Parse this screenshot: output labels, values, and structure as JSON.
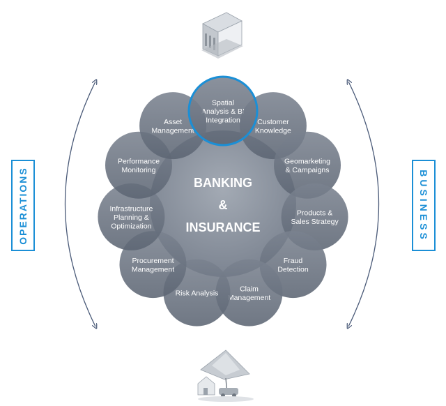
{
  "center": {
    "line1": "BANKING",
    "line2": "&",
    "line3": "INSURANCE"
  },
  "nodes": [
    {
      "lines": [
        "Spatial",
        "Analysis & BI",
        "Integration"
      ],
      "highlighted": true
    },
    {
      "lines": [
        "Customer",
        "Knowledge"
      ],
      "highlighted": false
    },
    {
      "lines": [
        "Geomarketing",
        "& Campaigns"
      ],
      "highlighted": false
    },
    {
      "lines": [
        "Products &",
        "Sales Strategy"
      ],
      "highlighted": false
    },
    {
      "lines": [
        "Fraud",
        "Detection"
      ],
      "highlighted": false
    },
    {
      "lines": [
        "Claim",
        "Management"
      ],
      "highlighted": false
    },
    {
      "lines": [
        "Risk Analysis"
      ],
      "highlighted": false
    },
    {
      "lines": [
        "Procurement",
        "Management"
      ],
      "highlighted": false
    },
    {
      "lines": [
        "Infrastructure",
        "Planning &",
        "Optimization"
      ],
      "highlighted": false
    },
    {
      "lines": [
        "Performance",
        "Monitoring"
      ],
      "highlighted": false
    },
    {
      "lines": [
        "Asset",
        "Management"
      ],
      "highlighted": false
    }
  ],
  "left_label": "OPERATIONS",
  "right_label": "BUSINESS",
  "icons": {
    "top": "bank-building-icon",
    "bottom": "insurance-umbrella-house-icon"
  },
  "colors": {
    "accent": "#1b8fd6",
    "circle_fill": "#6b7482",
    "center_fill": "#8f97a2",
    "arrow": "#4a5a78"
  }
}
